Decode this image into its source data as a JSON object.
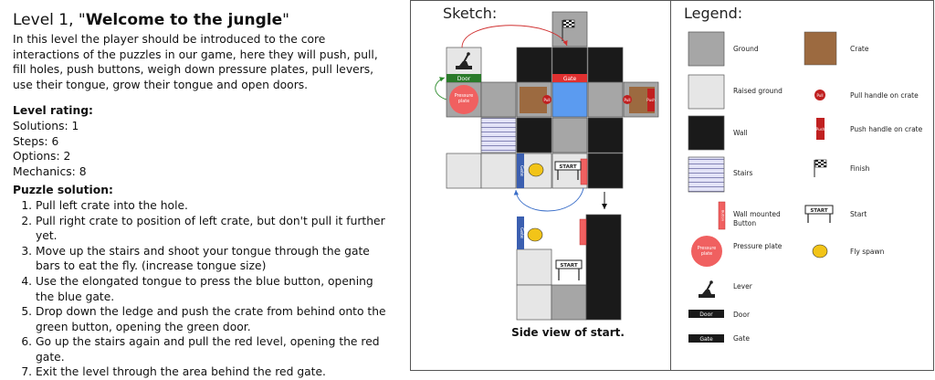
{
  "level": {
    "title_prefix": "Level 1, \"",
    "title_bold": "Welcome to the jungle",
    "title_suffix": "\"",
    "intro": "In this level the player should be introduced to the core interactions of the puzzles in our game, here they will push, pull, fill holes, push buttons, weigh down pressure plates, pull levers, use their tongue, grow their tongue and open doors."
  },
  "rating": {
    "heading": "Level rating:",
    "lines": [
      "Solutions: 1",
      "Steps: 6",
      "Options: 2",
      "Mechanics: 8"
    ]
  },
  "solution": {
    "heading": "Puzzle solution:",
    "steps": [
      "Pull left crate into the hole.",
      "Pull right crate to position of left crate, but don't pull it further yet.",
      "Move up the stairs and shoot your tongue through the gate bars to eat the fly. (increase tongue size)",
      "Use the elongated tongue to press the blue button, opening the blue gate.",
      "Drop down the ledge and push the crate from behind onto the green button, opening the green door.",
      "Go up the stairs again and pull the red level, opening the red gate.",
      "Exit the level through the area behind the red gate."
    ]
  },
  "sketch": {
    "heading": "Sketch:",
    "caption": "Side view of start.",
    "door_label": "Door",
    "gate_label": "Gate",
    "pull_label": "Pull",
    "push_label": "Push",
    "plate_label": "Pressure plate",
    "start_label": "START",
    "side_gate_label": "Gate"
  },
  "legend": {
    "heading": "Legend:",
    "items": {
      "ground": "Ground",
      "raised": "Raised ground",
      "wall": "Wall",
      "stairs": "Stairs",
      "wall_button": "Wall mounted Button",
      "plate": "Pressure plate",
      "lever": "Lever",
      "door": "Door",
      "gate": "Gate",
      "crate": "Crate",
      "pull": "Pull handle on crate",
      "push": "Push handle on crate",
      "finish": "Finish",
      "start": "Start",
      "fly": "Fly spawn"
    },
    "swatch_texts": {
      "plate": "Pressure plate",
      "door": "Door",
      "gate": "Gate",
      "pull": "Pull",
      "push": "Push",
      "wall_button": "Button",
      "start": "START"
    }
  },
  "colors": {
    "ground": "#a6a6a6",
    "raised": "#e6e6e6",
    "wall": "#1a1a1a",
    "stairs": "#e3e3f7",
    "crate": "#9c6a40",
    "red": "#e03030",
    "plate": "#f06060",
    "green": "#2a7a2a",
    "blue": "#5b9bf0",
    "fly": "#f2c418"
  }
}
